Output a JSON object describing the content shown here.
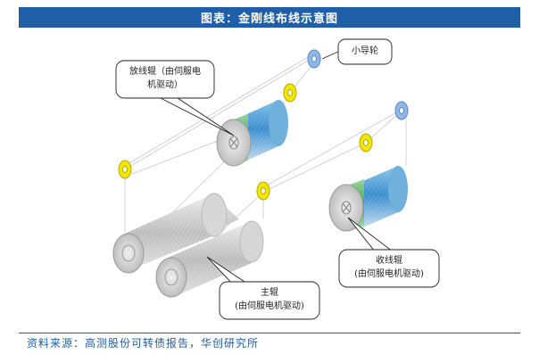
{
  "header": {
    "title": "图表：金刚线布线示意图"
  },
  "labels": {
    "guide_wheel": "小导轮",
    "payout_roller_line1": "放线辊（由伺服电",
    "payout_roller_line2": "机驱动）",
    "takeup_roller_line1": "收线辊",
    "takeup_roller_line2": "(由伺服电机驱动)",
    "main_roller_line1": "主辊",
    "main_roller_line2": "(由伺服电机驱动)"
  },
  "footer": {
    "source": "资料来源：高测股份可转债报告，华创研究所"
  },
  "colors": {
    "title_bg": "#1f5ea8",
    "pulley_yellow": "#f2e600",
    "pulley_blue": "#8fb8e8",
    "spool_blue": "#3b8fcf",
    "spool_green": "#3fae4a"
  }
}
